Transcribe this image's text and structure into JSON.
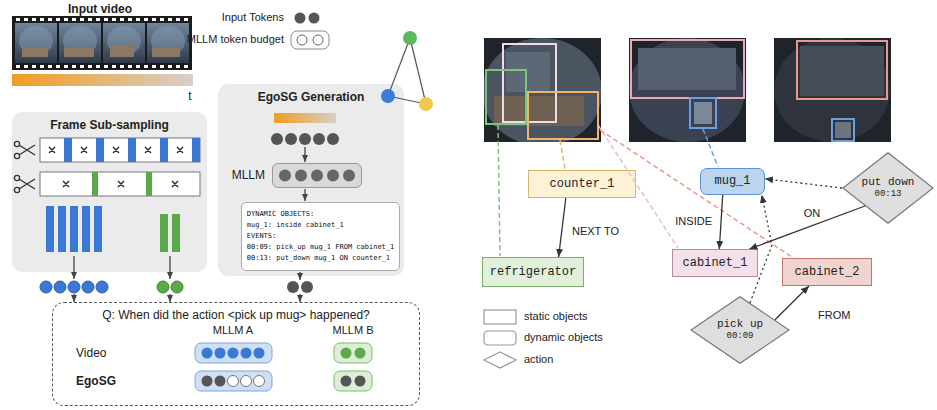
{
  "diagram": {
    "nodes": [
      {
        "text": [
          "Frame Sub-sampling"
        ]
      },
      {
        "text": [
          "EgoSG Generation"
        ]
      },
      {
        "text": [
          "MLLM"
        ],
        "in": 1
      },
      {
        "text": [
          "DYNAMIC OBJECTS:",
          "mug_1: inside cabinet_1",
          "EVENTS:",
          "00:09: pick_up mug_1 FROM cabinet_1",
          "00:13: put_down mug_1 ON counter_1"
        ],
        "in": 1
      },
      {
        "text": [
          "Q: When did the action <pick up mug> happened?"
        ]
      },
      {
        "text": [
          "counter_1"
        ]
      },
      {
        "text": [
          "refrigerator"
        ]
      },
      {
        "text": [
          "mug_1"
        ]
      },
      {
        "text": [
          "cabinet_1"
        ]
      },
      {
        "text": [
          "cabinet_2"
        ]
      },
      {
        "text": [
          "put down",
          "00:13"
        ]
      },
      {
        "text": [
          "pick up",
          "00:09"
        ]
      }
    ],
    "edges": [
      {
        "from": 5,
        "to": 6,
        "label": "NEXT TO",
        "arrow": "to"
      },
      {
        "from": 7,
        "to": 8,
        "label": "INSIDE",
        "arrow": "to"
      },
      {
        "from": 10,
        "to": 8,
        "label": "ON",
        "arrow": "to"
      },
      {
        "from": 11,
        "to": 9,
        "label": "FROM",
        "arrow": "to"
      },
      {
        "from": 10,
        "to": 7,
        "arrow": "to"
      },
      {
        "from": 11,
        "to": 7,
        "arrow": "to"
      }
    ],
    "labels": [
      "Input video",
      "t",
      "Input Tokens",
      "MLLM token budget",
      "MLLM A",
      "MLLM B",
      "Video",
      "EgoSG"
    ],
    "legend": [
      {
        "text": "static objects"
      },
      {
        "text": "dynamic objects"
      },
      {
        "text": "action"
      }
    ]
  }
}
